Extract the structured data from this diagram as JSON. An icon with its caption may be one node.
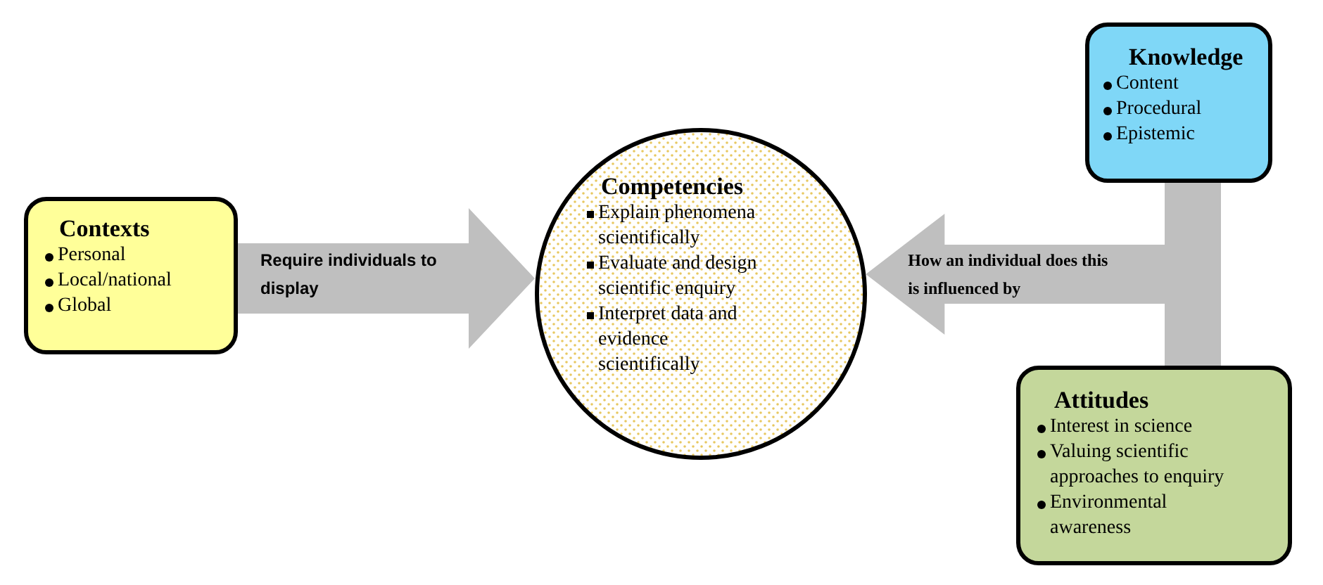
{
  "diagram": {
    "nodes": [
      {
        "text": [
          "Contexts",
          "Personal",
          "Local/national",
          "Global"
        ]
      },
      {
        "text": [
          "Competencies",
          "Explain phenomena scientifically",
          "Evaluate and design scientific enquiry",
          "Interpret data and evidence scientifically"
        ]
      },
      {
        "text": [
          "Knowledge",
          "Content",
          "Procedural",
          "Epistemic"
        ]
      },
      {
        "text": [
          "Attitudes",
          "Interest in science",
          "Valuing scientific approaches to enquiry",
          "Environmental awareness"
        ]
      }
    ],
    "edges": [
      {
        "from": 0,
        "to": 1,
        "arrow": "to",
        "label": "Require individuals to display"
      },
      {
        "from": 2,
        "to": 1,
        "arrow": "to",
        "label": "How an individual does this is influenced by"
      },
      {
        "from": 3,
        "to": 1,
        "arrow": "to"
      }
    ]
  }
}
